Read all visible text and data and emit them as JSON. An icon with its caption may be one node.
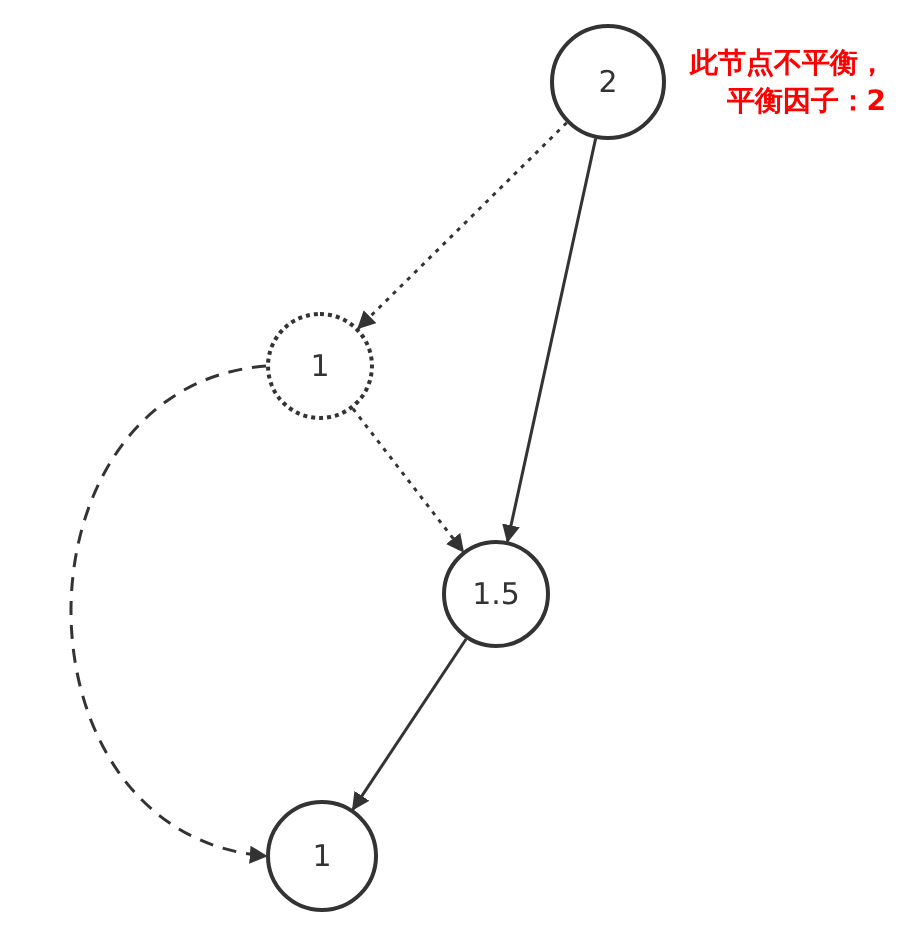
{
  "diagram": {
    "nodes": [
      {
        "text": [
          "2"
        ],
        "beside": [
          "此节点不平衡，平衡因子：2"
        ]
      },
      {
        "text": [
          "1"
        ]
      },
      {
        "text": [
          "1.5"
        ]
      },
      {
        "text": [
          "1"
        ]
      }
    ],
    "edges": [
      {
        "from": 0,
        "to": 1,
        "arrow": "to",
        "style": "dashed"
      },
      {
        "from": 0,
        "to": 2,
        "arrow": "to"
      },
      {
        "from": 1,
        "to": 2,
        "arrow": "to",
        "style": "dashed"
      },
      {
        "from": 1,
        "to": 3,
        "arrow": "to",
        "style": "dashed"
      },
      {
        "from": 2,
        "to": 3,
        "arrow": "to"
      }
    ]
  }
}
